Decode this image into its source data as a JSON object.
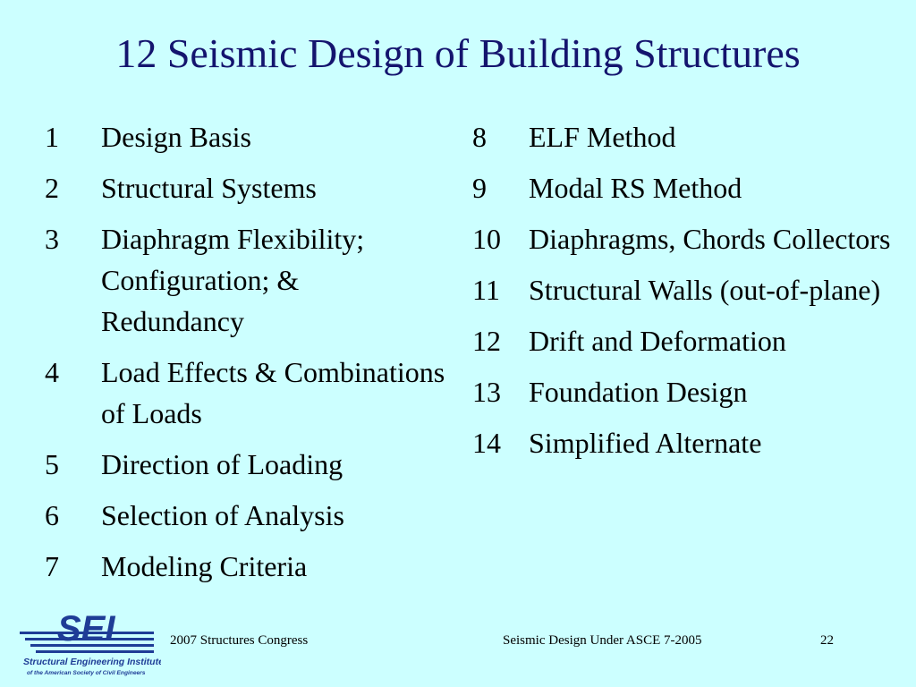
{
  "slide": {
    "title": "12 Seismic Design of Building Structures",
    "left_items": [
      {
        "num": "1",
        "text": "Design Basis"
      },
      {
        "num": "2",
        "text": "Structural Systems"
      },
      {
        "num": "3",
        "text": "Diaphragm Flexibility; Configuration; & Redundancy"
      },
      {
        "num": "4",
        "text": "Load Effects & Combinations of Loads"
      },
      {
        "num": "5",
        "text": "Direction of Loading"
      },
      {
        "num": "6",
        "text": "Selection of Analysis"
      },
      {
        "num": "7",
        "text": "Modeling Criteria"
      }
    ],
    "right_items": [
      {
        "num": "8",
        "text": "ELF Method"
      },
      {
        "num": "9",
        "text": "Modal RS Method"
      },
      {
        "num": "10",
        "text": "Diaphragms, Chords Collectors"
      },
      {
        "num": "11",
        "text": "Structural Walls (out-of-plane)"
      },
      {
        "num": "12",
        "text": "Drift and Deformation"
      },
      {
        "num": "13",
        "text": "Foundation Design"
      },
      {
        "num": "14",
        "text": "Simplified Alternate"
      }
    ]
  },
  "footer": {
    "left": "2007 Structures Congress",
    "center": "Seismic Design Under ASCE 7-2005",
    "page_number": "22"
  },
  "logo": {
    "mark": "SEI",
    "line1": "Structural Engineering Institute",
    "line2": "of the American Society of Civil Engineers"
  },
  "colors": {
    "background": "#ccffff",
    "title": "#14146e",
    "logo": "#1e3c96"
  }
}
